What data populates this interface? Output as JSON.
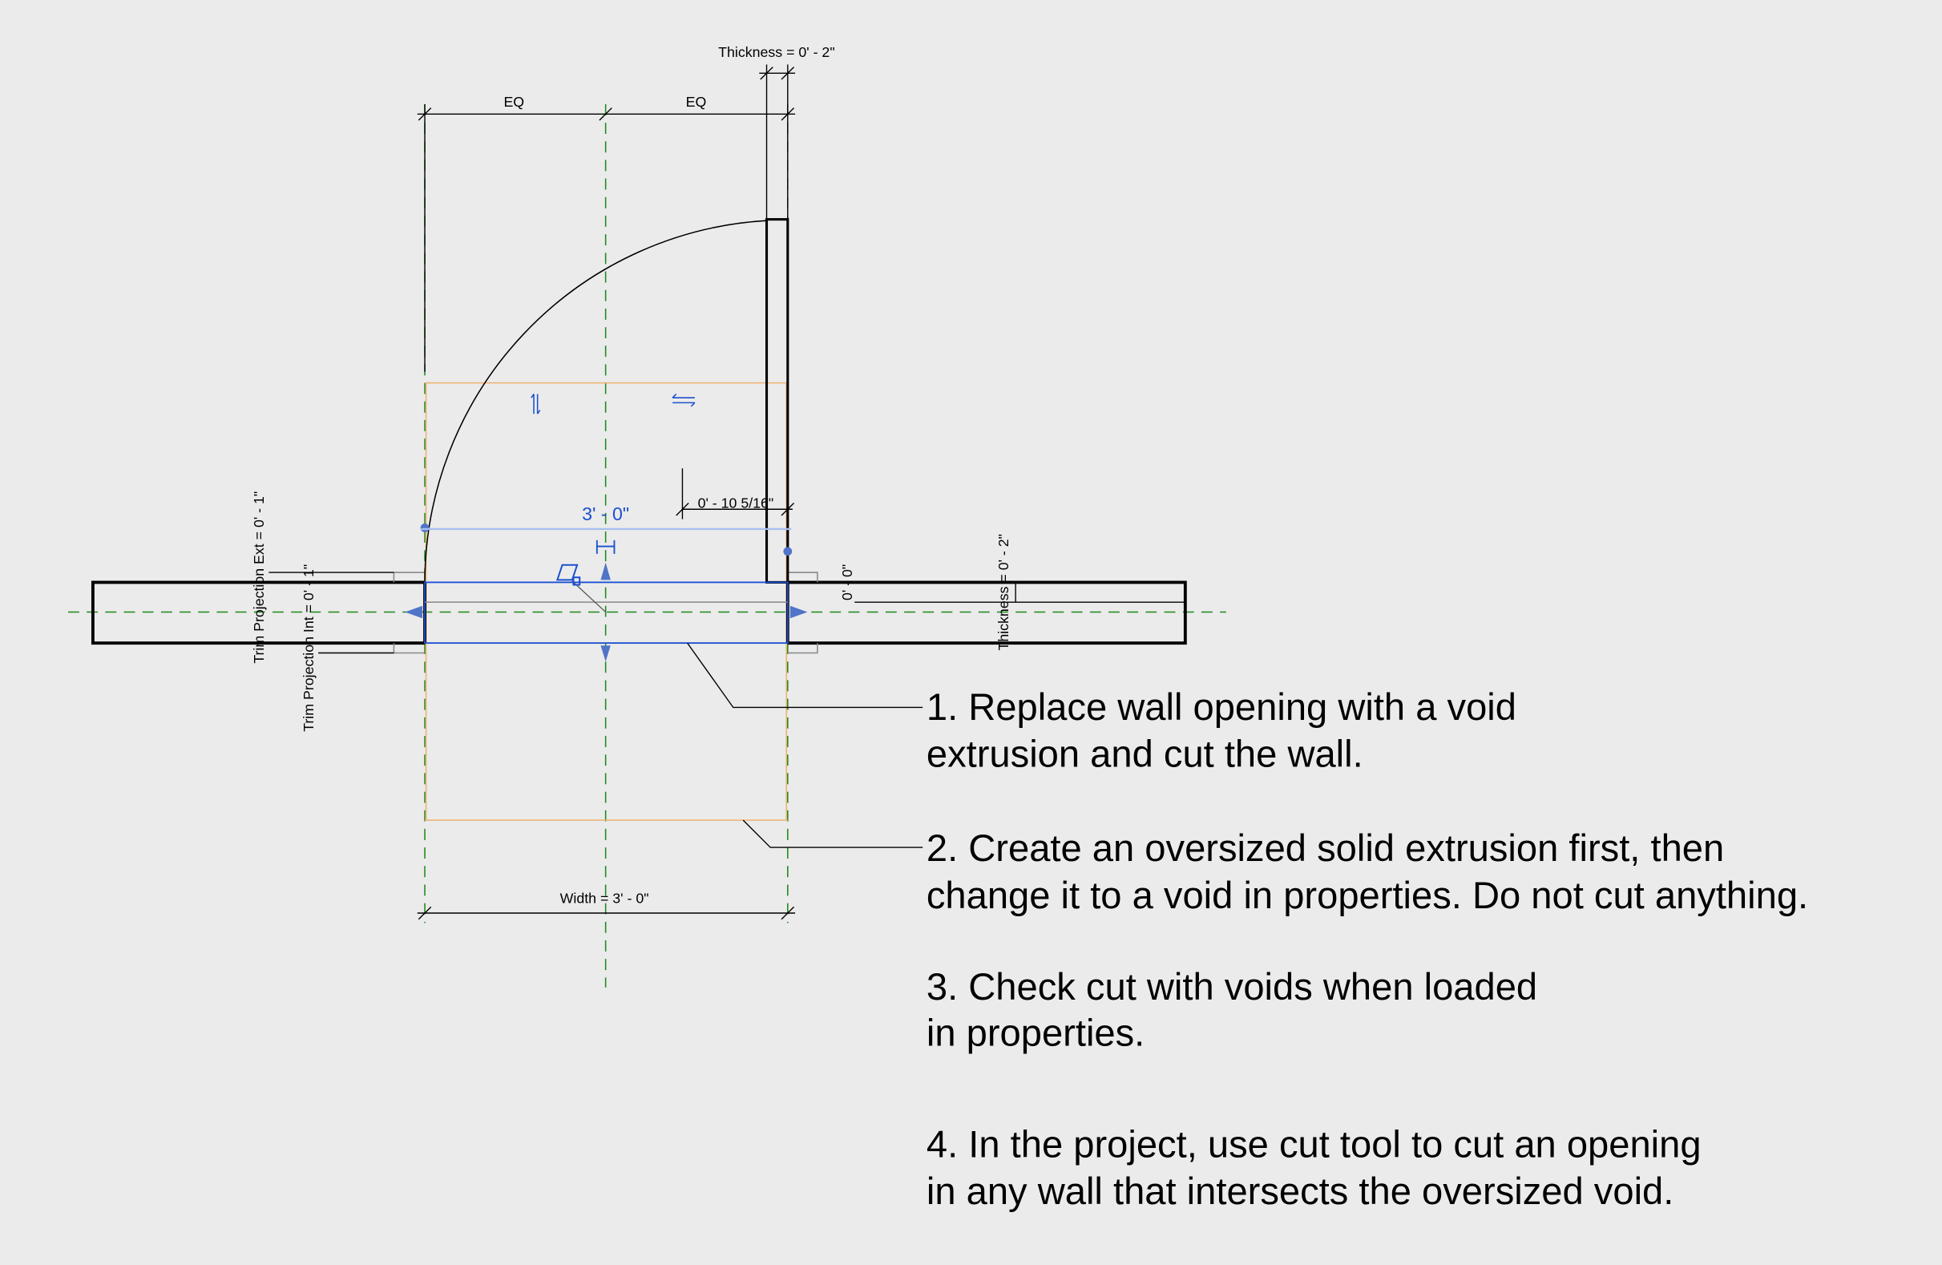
{
  "dimensions": {
    "eq_left": "EQ",
    "eq_right": "EQ",
    "thickness_top": "Thickness = 0' - 2\"",
    "thickness_right": "Thickness = 0' - 2\"",
    "width": "Width = 3' - 0\"",
    "opening_width": "3' - 0\"",
    "offset": "0' - 10 5/16\"",
    "zero": "0' - 0\"",
    "trim_ext": "Trim Projection Ext = 0' - 1\"",
    "trim_int": "Trim Projection Int = 0' - 1\""
  },
  "notes": [
    {
      "line1": "1. Replace wall opening with a void",
      "line2": "extrusion and cut the wall."
    },
    {
      "line1": "2. Create an oversized solid extrusion first, then",
      "line2": "change it to a void in properties. Do not cut anything."
    },
    {
      "line1": "3. Check cut with voids when loaded",
      "line2": "in properties."
    },
    {
      "line1": "4. In the project, use cut tool to cut an opening",
      "line2": "in any wall that intersects the oversized void."
    }
  ],
  "colors": {
    "background": "#ebebeb",
    "reference_plane": "#1a8a1a",
    "void_edge": "#f0b070",
    "selection": "#1c4fd0"
  }
}
